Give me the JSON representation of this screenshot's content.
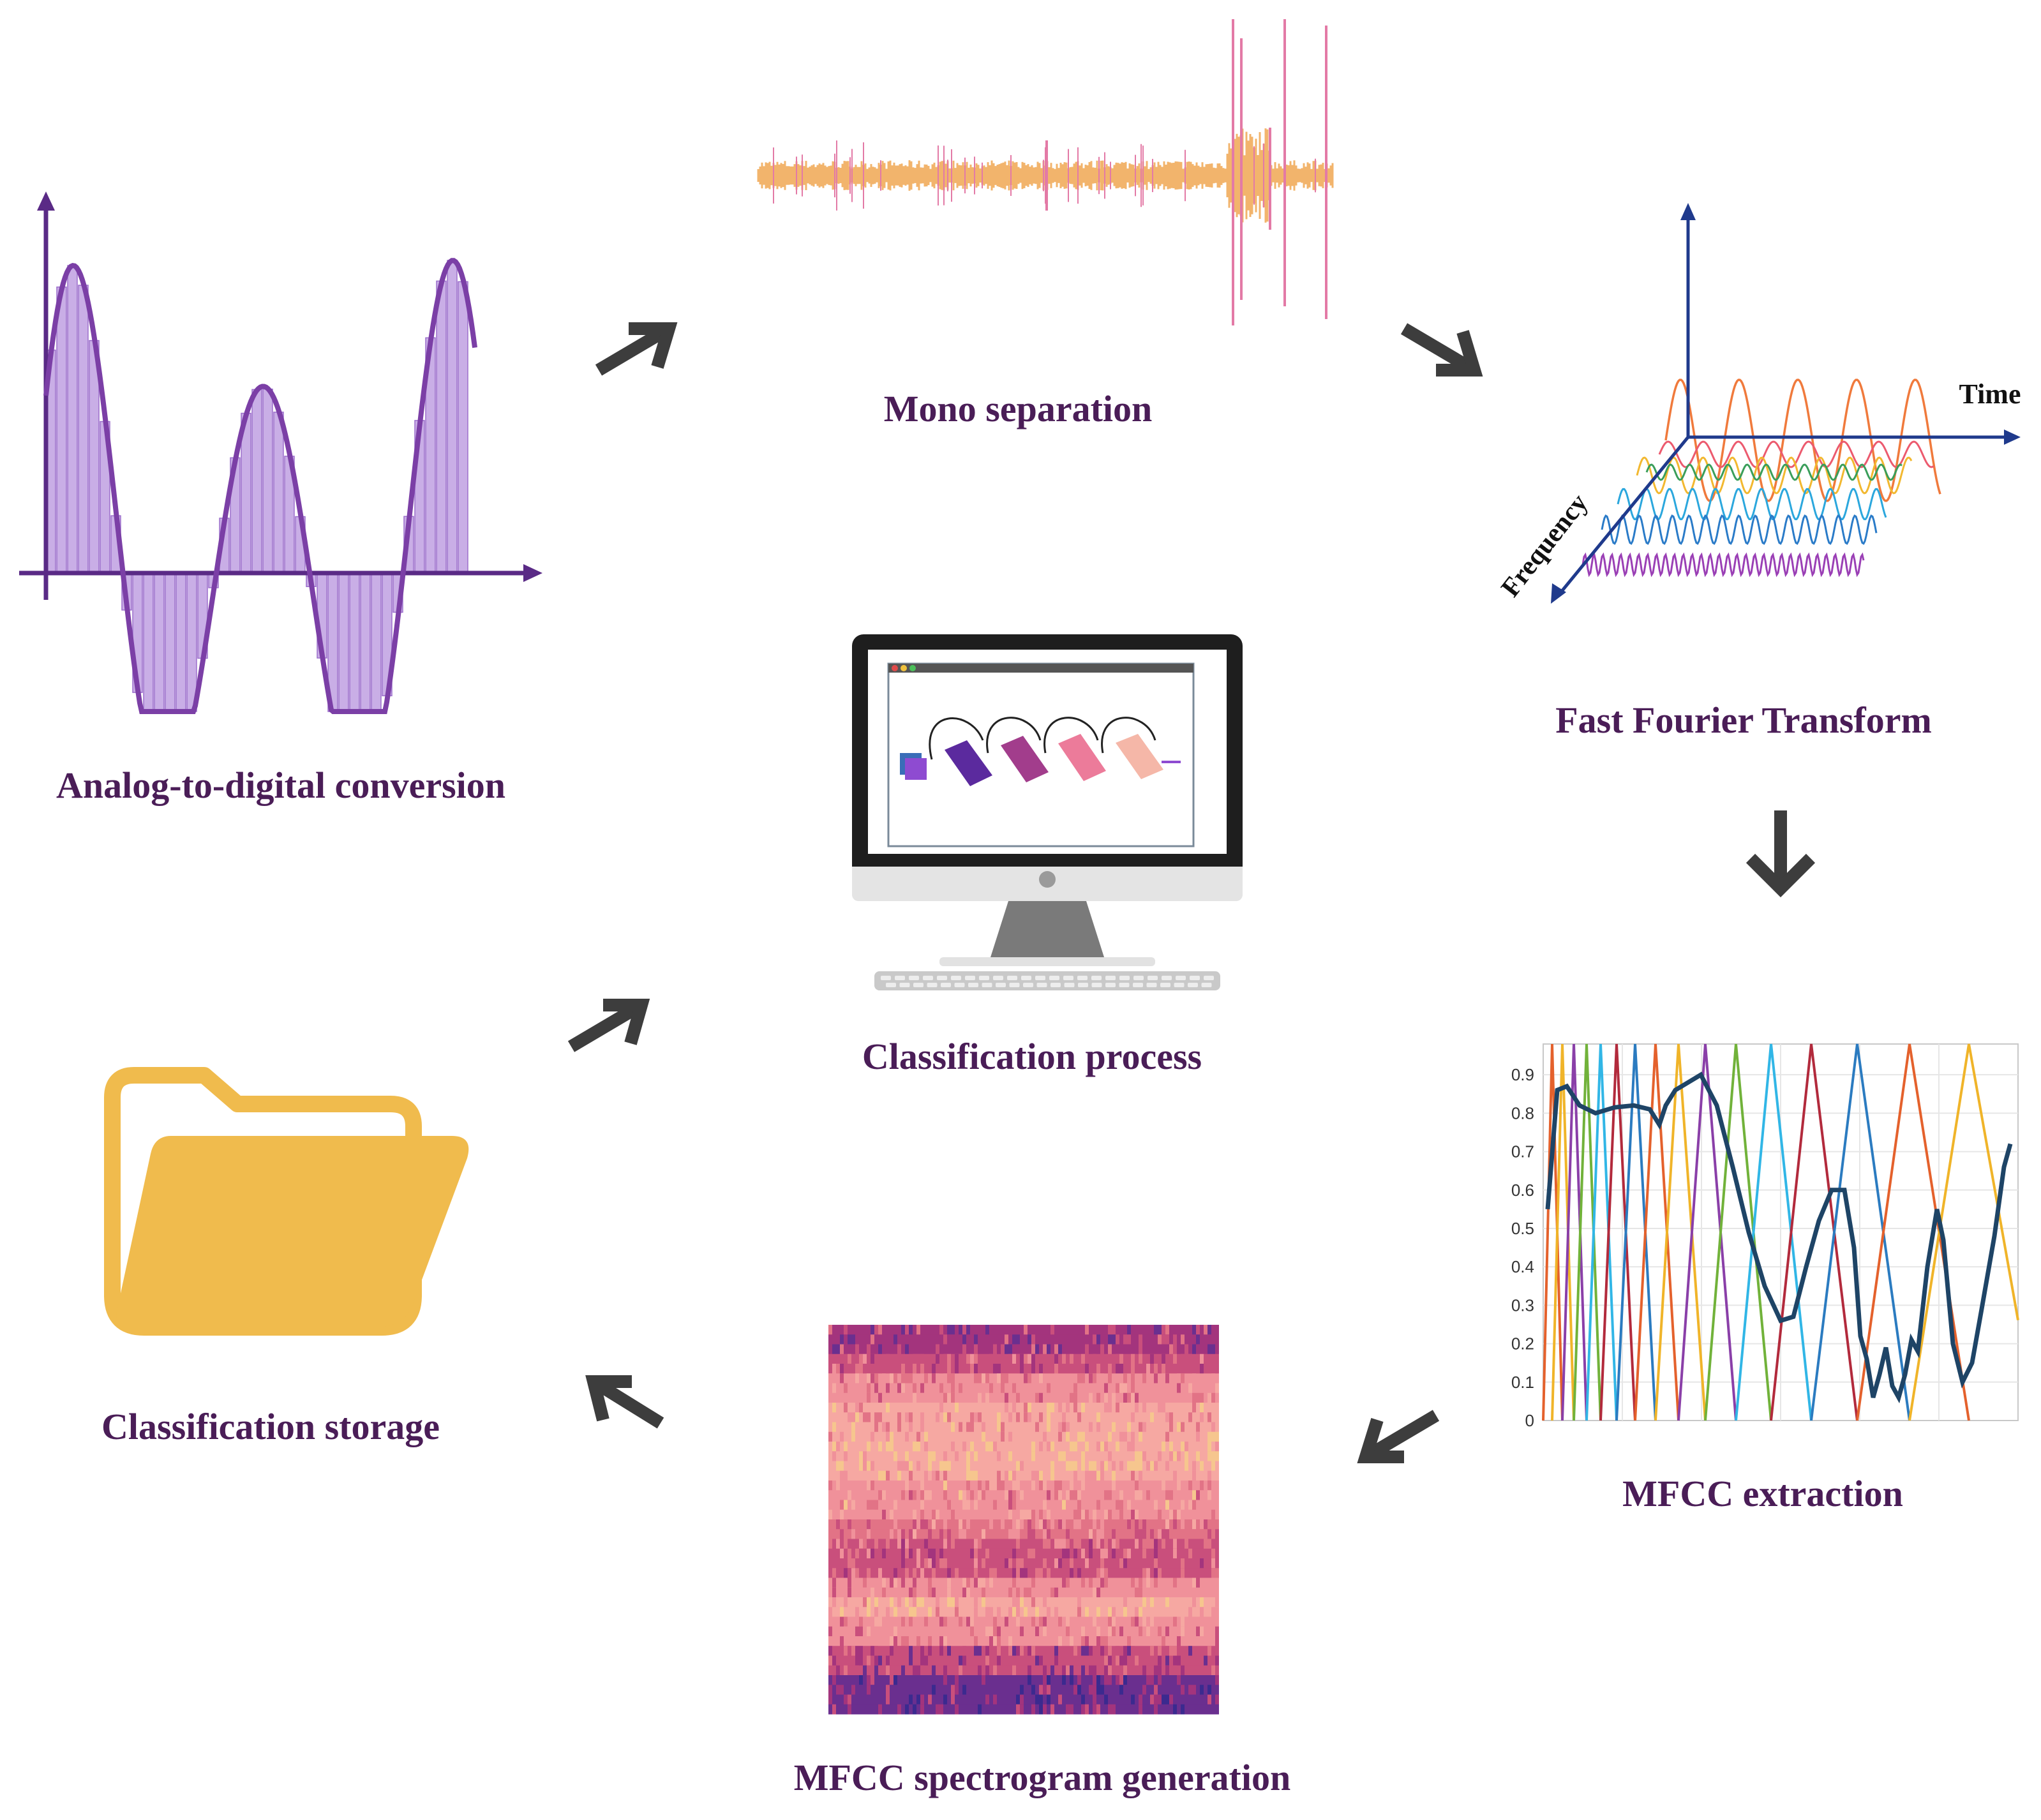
{
  "labels": {
    "adc": "Analog-to-digital conversion",
    "mono": "Mono separation",
    "fft": "Fast Fourier Transform",
    "mfcc": "MFCC extraction",
    "spectrogram": "MFCC spectrogram generation",
    "storage": "Classification storage",
    "process": "Classification process"
  },
  "fft_axes": {
    "time": "Time",
    "frequency": "Frequency"
  },
  "mfcc_plot": {
    "yticks": [
      "0",
      "0.1",
      "0.2",
      "0.3",
      "0.4",
      "0.5",
      "0.6",
      "0.7",
      "0.8",
      "0.9"
    ]
  },
  "colors": {
    "label": "#4a1d57",
    "arrow": "#3d3d3d",
    "adc_wave": "#7b3fa6",
    "adc_bars": "#c9aee6",
    "mono_wave": "#f2b46c",
    "mono_spike": "#e37aa6",
    "folder": "#f0bb4d",
    "axis_blue": "#1f3a8c",
    "mfcc_curve": "#1e4466"
  },
  "icons": [
    "arrow-icon",
    "folder-icon",
    "monitor-icon"
  ]
}
